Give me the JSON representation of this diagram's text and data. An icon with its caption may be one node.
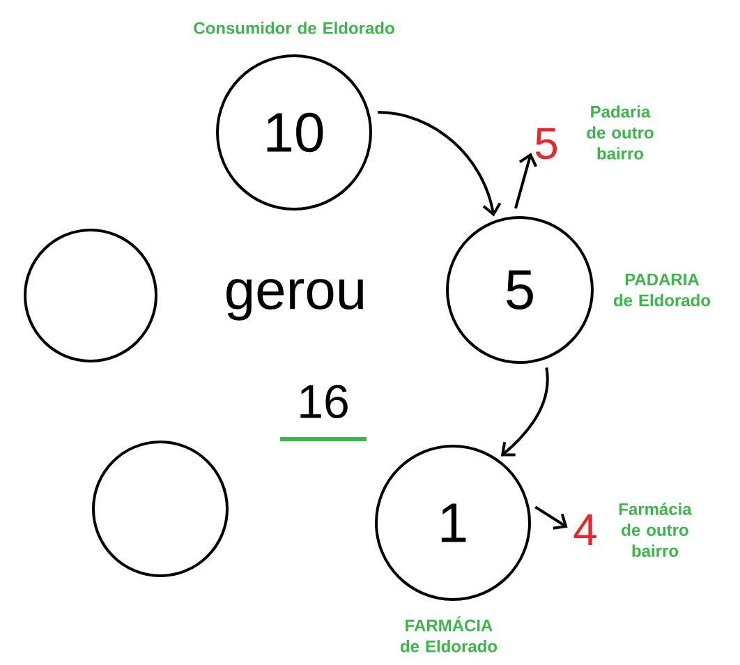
{
  "diagram": {
    "nodes": [
      {
        "text": [
          "10"
        ],
        "beside": [
          "Consumidor de Eldorado"
        ]
      },
      {
        "text": [
          "5"
        ],
        "beside": [
          "Padaria de outro bairro"
        ]
      },
      {
        "text": [
          "5"
        ],
        "beside": [
          "PADARIA de Eldorado"
        ]
      },
      {
        "text": [],
        "shape": "circle"
      },
      {
        "text": [
          "1"
        ],
        "beside": [
          "FARMÁCIA de Eldorado"
        ]
      },
      {
        "text": [
          "4"
        ],
        "beside": [
          "Farmácia de outro bairro"
        ]
      },
      {
        "text": [],
        "shape": "circle"
      }
    ],
    "edges": [
      {
        "from": 0,
        "to": 2,
        "arrow": "to"
      },
      {
        "from": 2,
        "to": 1,
        "arrow": "to"
      },
      {
        "from": 2,
        "to": 4,
        "arrow": "to"
      },
      {
        "from": 4,
        "to": 5,
        "arrow": "to"
      }
    ],
    "labels": [
      "gerou",
      "16"
    ]
  }
}
